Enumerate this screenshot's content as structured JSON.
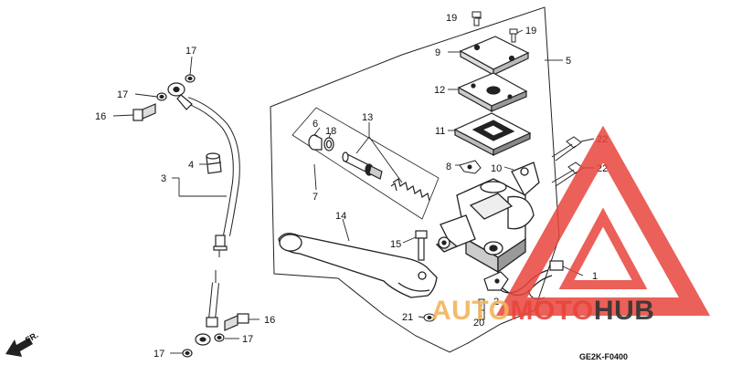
{
  "diagram_code": "GE2K-F0400",
  "direction_label": "FR.",
  "watermark": {
    "part1": "AUTO",
    "part2": "MOTO",
    "part3": "HUB",
    "color_red": "#e8453c",
    "color_orange": "#f2b45a",
    "color_dark": "#333333"
  },
  "callouts": {
    "c1": "1",
    "c2": "2",
    "c3": "3",
    "c4": "4",
    "c5": "5",
    "c6": "6",
    "c7": "7",
    "c8": "8",
    "c9": "9",
    "c10": "10",
    "c11": "11",
    "c12": "12",
    "c13": "13",
    "c14": "14",
    "c15": "15",
    "c16a": "16",
    "c16b": "16",
    "c17a": "17",
    "c17b": "17",
    "c17c": "17",
    "c17d": "17",
    "c18": "18",
    "c19a": "19",
    "c19b": "19",
    "c20": "20",
    "c21": "21",
    "c22a": "22",
    "c22b": "22"
  }
}
